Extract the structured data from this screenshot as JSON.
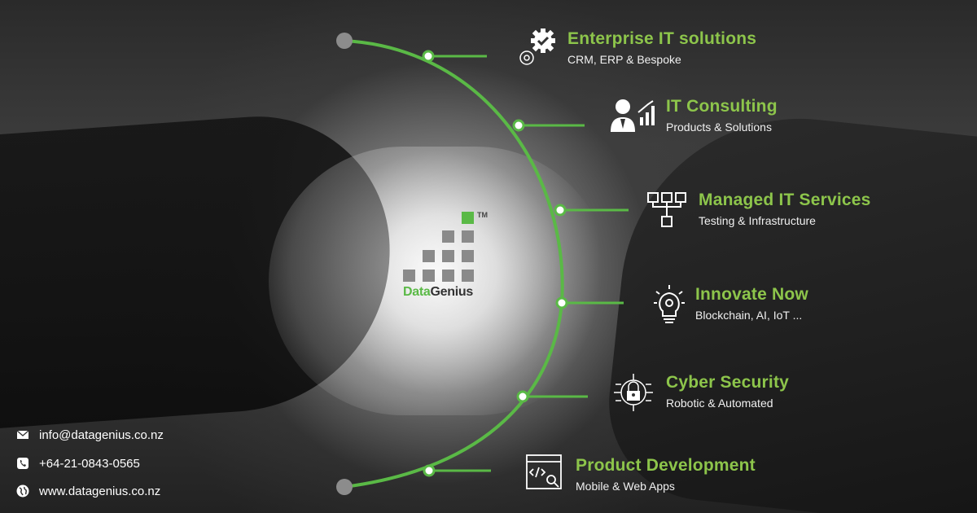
{
  "brand": {
    "name_part1": "Data",
    "name_part2": "Genius",
    "tm": "TM",
    "accent": "#8dc54b",
    "logo_green": "#5ab946",
    "logo_gray": "#8a8a8a"
  },
  "services": [
    {
      "title": "Enterprise IT solutions",
      "subtitle": "CRM, ERP & Bespoke",
      "icon": "gears-icon"
    },
    {
      "title": "IT Consulting",
      "subtitle": "Products & Solutions",
      "icon": "consultant-chart-icon"
    },
    {
      "title": "Managed IT Services",
      "subtitle": "Testing & Infrastructure",
      "icon": "network-boxes-icon"
    },
    {
      "title": "Innovate Now",
      "subtitle": "Blockchain, AI, IoT ...",
      "icon": "lightbulb-icon"
    },
    {
      "title": "Cyber Security",
      "subtitle": "Robotic & Automated",
      "icon": "padlock-circuit-icon"
    },
    {
      "title": "Product Development",
      "subtitle": "Mobile & Web Apps",
      "icon": "code-window-icon"
    }
  ],
  "contact": {
    "email": "info@datagenius.co.nz",
    "phone": "+64-21-0843-0565",
    "website": "www.datagenius.co.nz"
  }
}
